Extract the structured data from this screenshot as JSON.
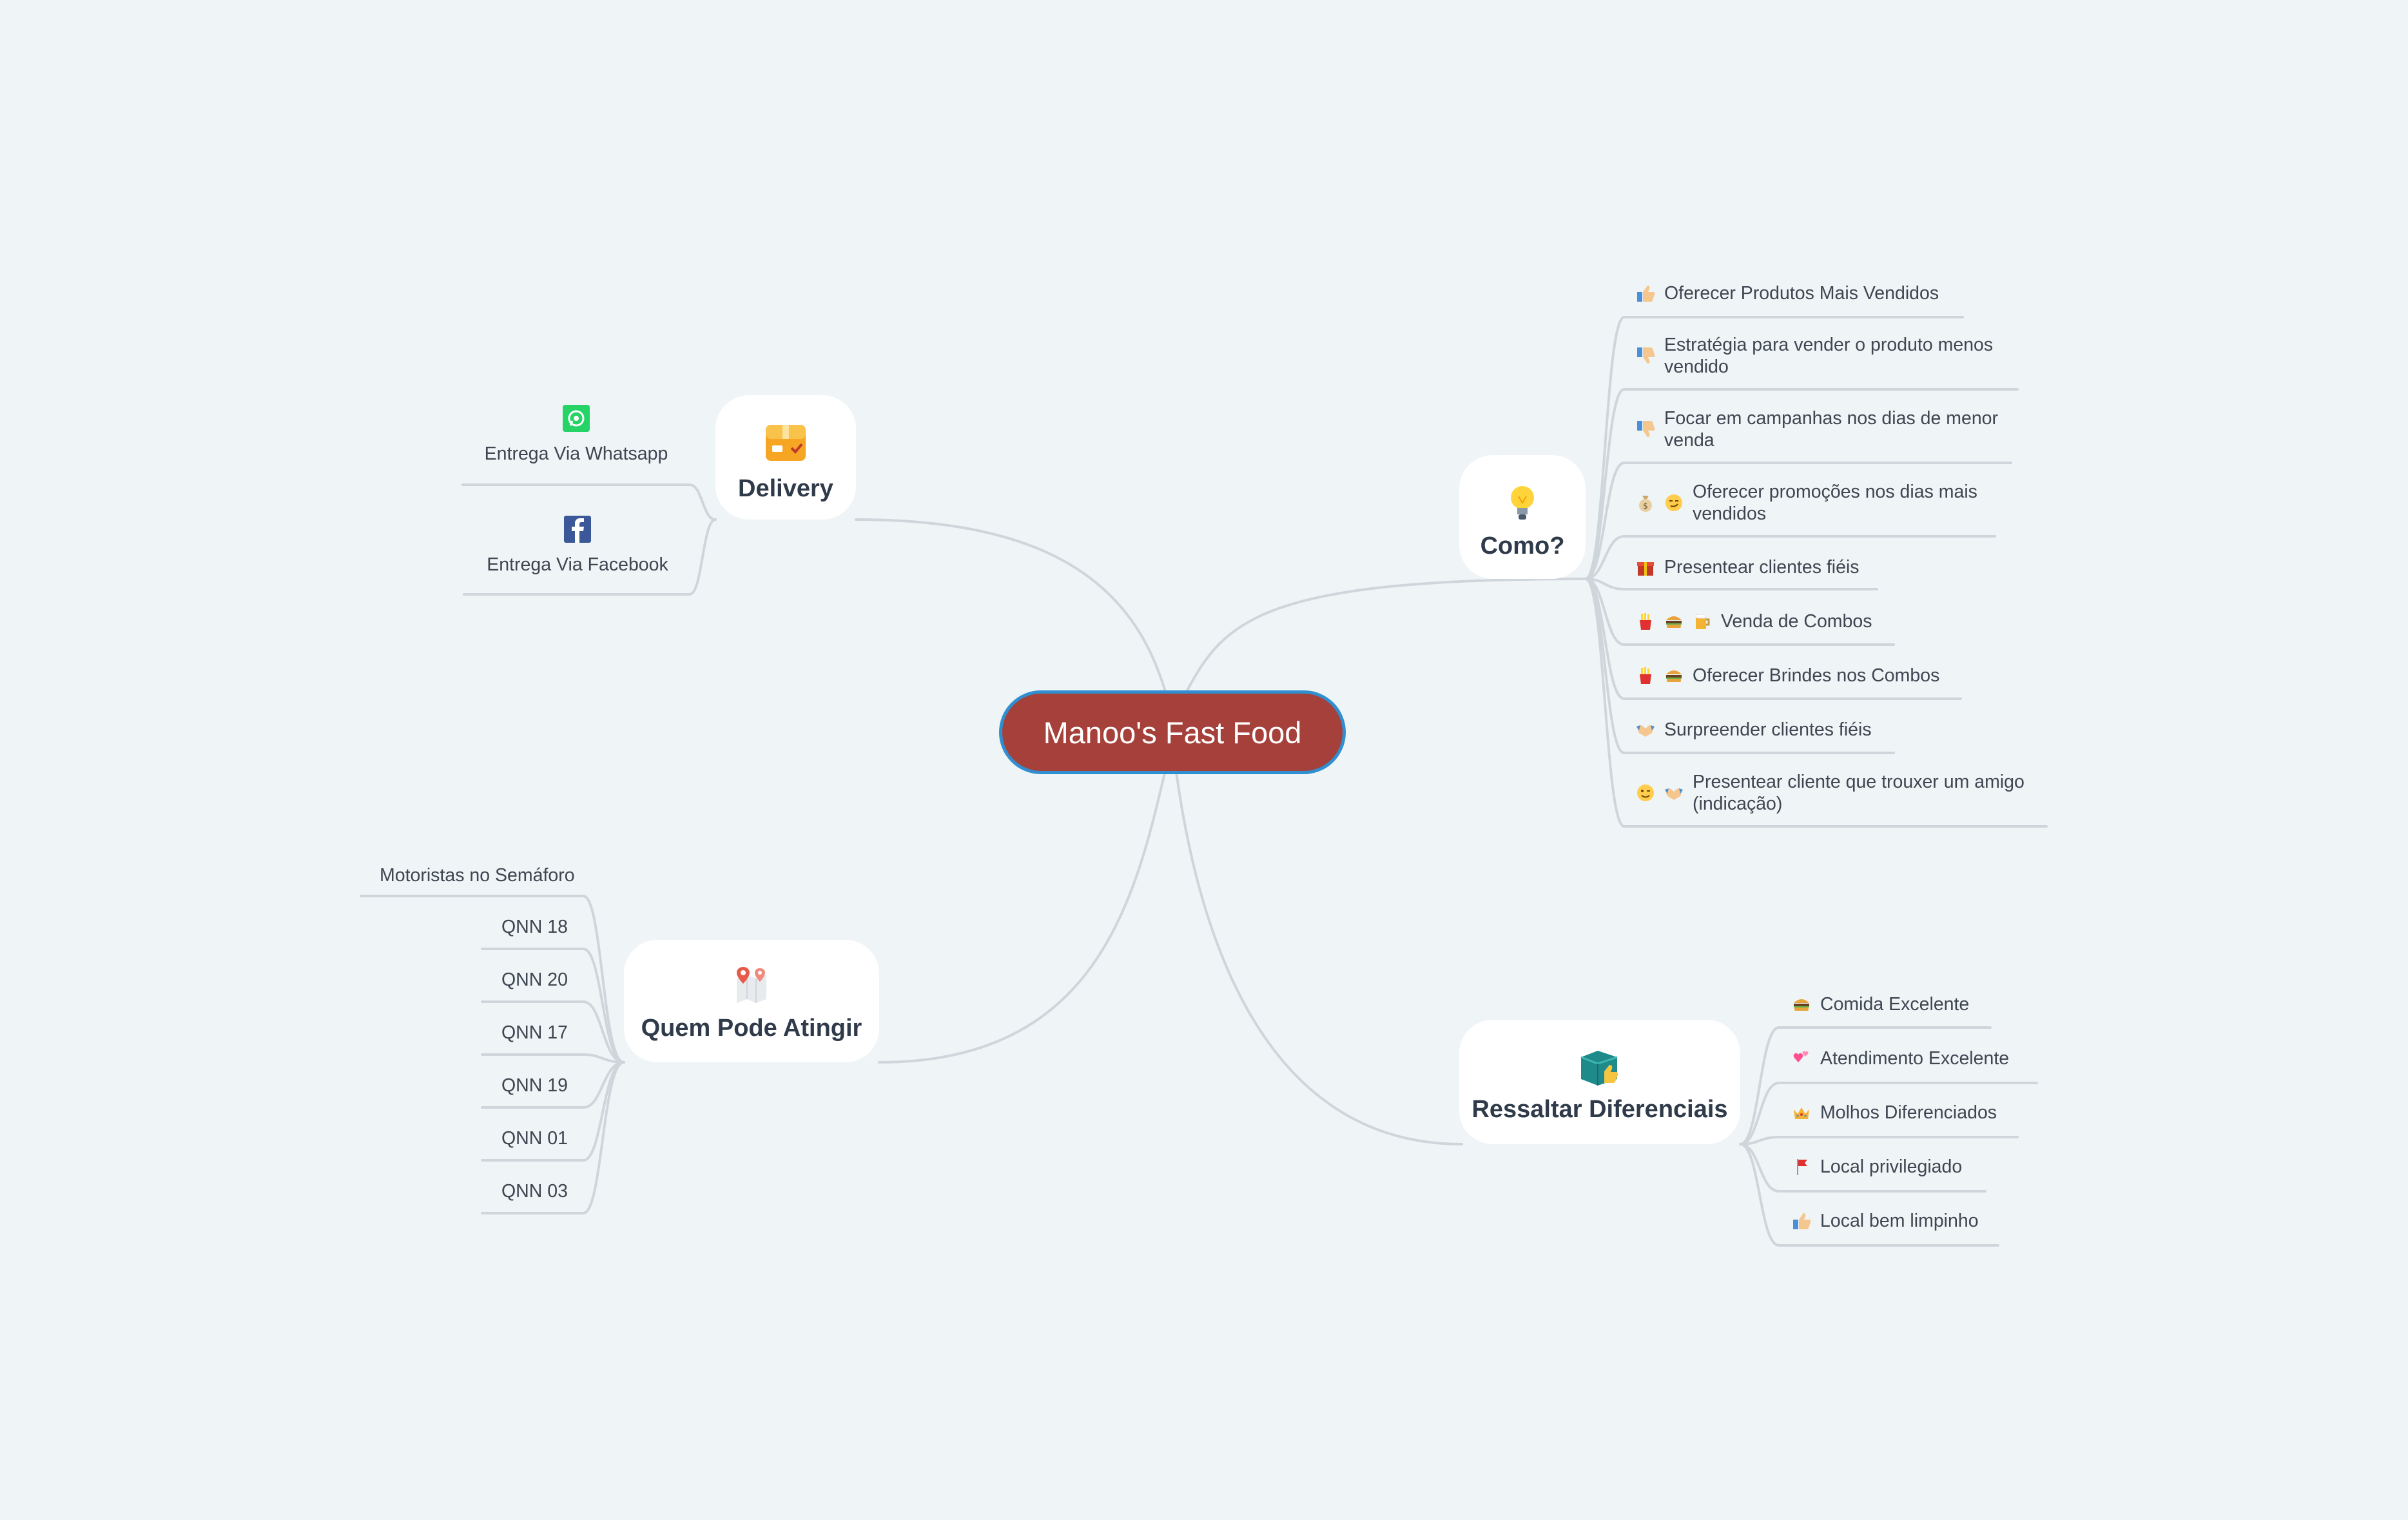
{
  "central": {
    "label": "Manoo's Fast Food",
    "fill": "#a5413a",
    "border": "#2f8fd1"
  },
  "branches": {
    "delivery": {
      "label": "Delivery",
      "icon": "package-icon",
      "leaves": [
        {
          "label": "Entrega Via Whatsapp",
          "icon": "whatsapp-icon"
        },
        {
          "label": "Entrega Via Facebook",
          "icon": "facebook-icon"
        }
      ]
    },
    "como": {
      "label": "Como?",
      "icon": "lightbulb-icon",
      "leaves": [
        {
          "label": "Oferecer Produtos Mais Vendidos",
          "icons": [
            "thumbs-up-icon"
          ]
        },
        {
          "label": "Estratégia para vender o produto menos vendido",
          "lines": [
            "Estratégia para vender o produto menos",
            "vendido"
          ],
          "icons": [
            "thumbs-down-icon"
          ]
        },
        {
          "label": "Focar em campanhas nos dias de menor venda",
          "lines": [
            "Focar em campanhas nos dias de menor",
            "venda"
          ],
          "icons": [
            "thumbs-down-icon"
          ]
        },
        {
          "label": "Oferecer promoções nos dias mais vendidos",
          "lines": [
            "Oferecer promoções nos dias mais",
            "vendidos"
          ],
          "icons": [
            "money-bag-icon",
            "smirk-face-icon"
          ]
        },
        {
          "label": "Presentear clientes fiéis",
          "icons": [
            "gift-icon"
          ]
        },
        {
          "label": "Venda de Combos",
          "icons": [
            "fries-icon",
            "burger-icon",
            "beer-icon"
          ]
        },
        {
          "label": "Oferecer Brindes nos Combos",
          "icons": [
            "fries-icon",
            "burger-icon"
          ]
        },
        {
          "label": "Surpreender clientes fiéis",
          "icons": [
            "handshake-icon"
          ]
        },
        {
          "label": "Presentear cliente que trouxer um amigo (indicação)",
          "lines": [
            "Presentear cliente que trouxer um amigo",
            "(indicação)"
          ],
          "icons": [
            "wink-face-icon",
            "handshake-icon"
          ]
        }
      ]
    },
    "quem": {
      "label": "Quem Pode Atingir",
      "icon": "map-pin-icon",
      "leaves": [
        {
          "label": "Motoristas no Semáforo"
        },
        {
          "label": "QNN 18"
        },
        {
          "label": "QNN 20"
        },
        {
          "label": "QNN 17"
        },
        {
          "label": "QNN 19"
        },
        {
          "label": "QNN 01"
        },
        {
          "label": "QNN 03"
        }
      ]
    },
    "ressaltar": {
      "label": "Ressaltar Diferenciais",
      "icon": "box-thumbs-up-icon",
      "leaves": [
        {
          "label": "Comida Excelente",
          "icons": [
            "burger-icon"
          ]
        },
        {
          "label": "Atendimento Excelente",
          "icons": [
            "two-hearts-icon"
          ]
        },
        {
          "label": "Molhos Diferenciados",
          "icons": [
            "crown-icon"
          ]
        },
        {
          "label": "Local privilegiado",
          "icons": [
            "red-flag-icon"
          ]
        },
        {
          "label": "Local bem limpinho",
          "icons": [
            "thumbs-up-icon"
          ]
        }
      ]
    }
  },
  "colors": {
    "background": "#eff4f6",
    "link": "#cfd6db",
    "branch_text": "#2f3b4a",
    "leaf_text": "#3d4651"
  }
}
